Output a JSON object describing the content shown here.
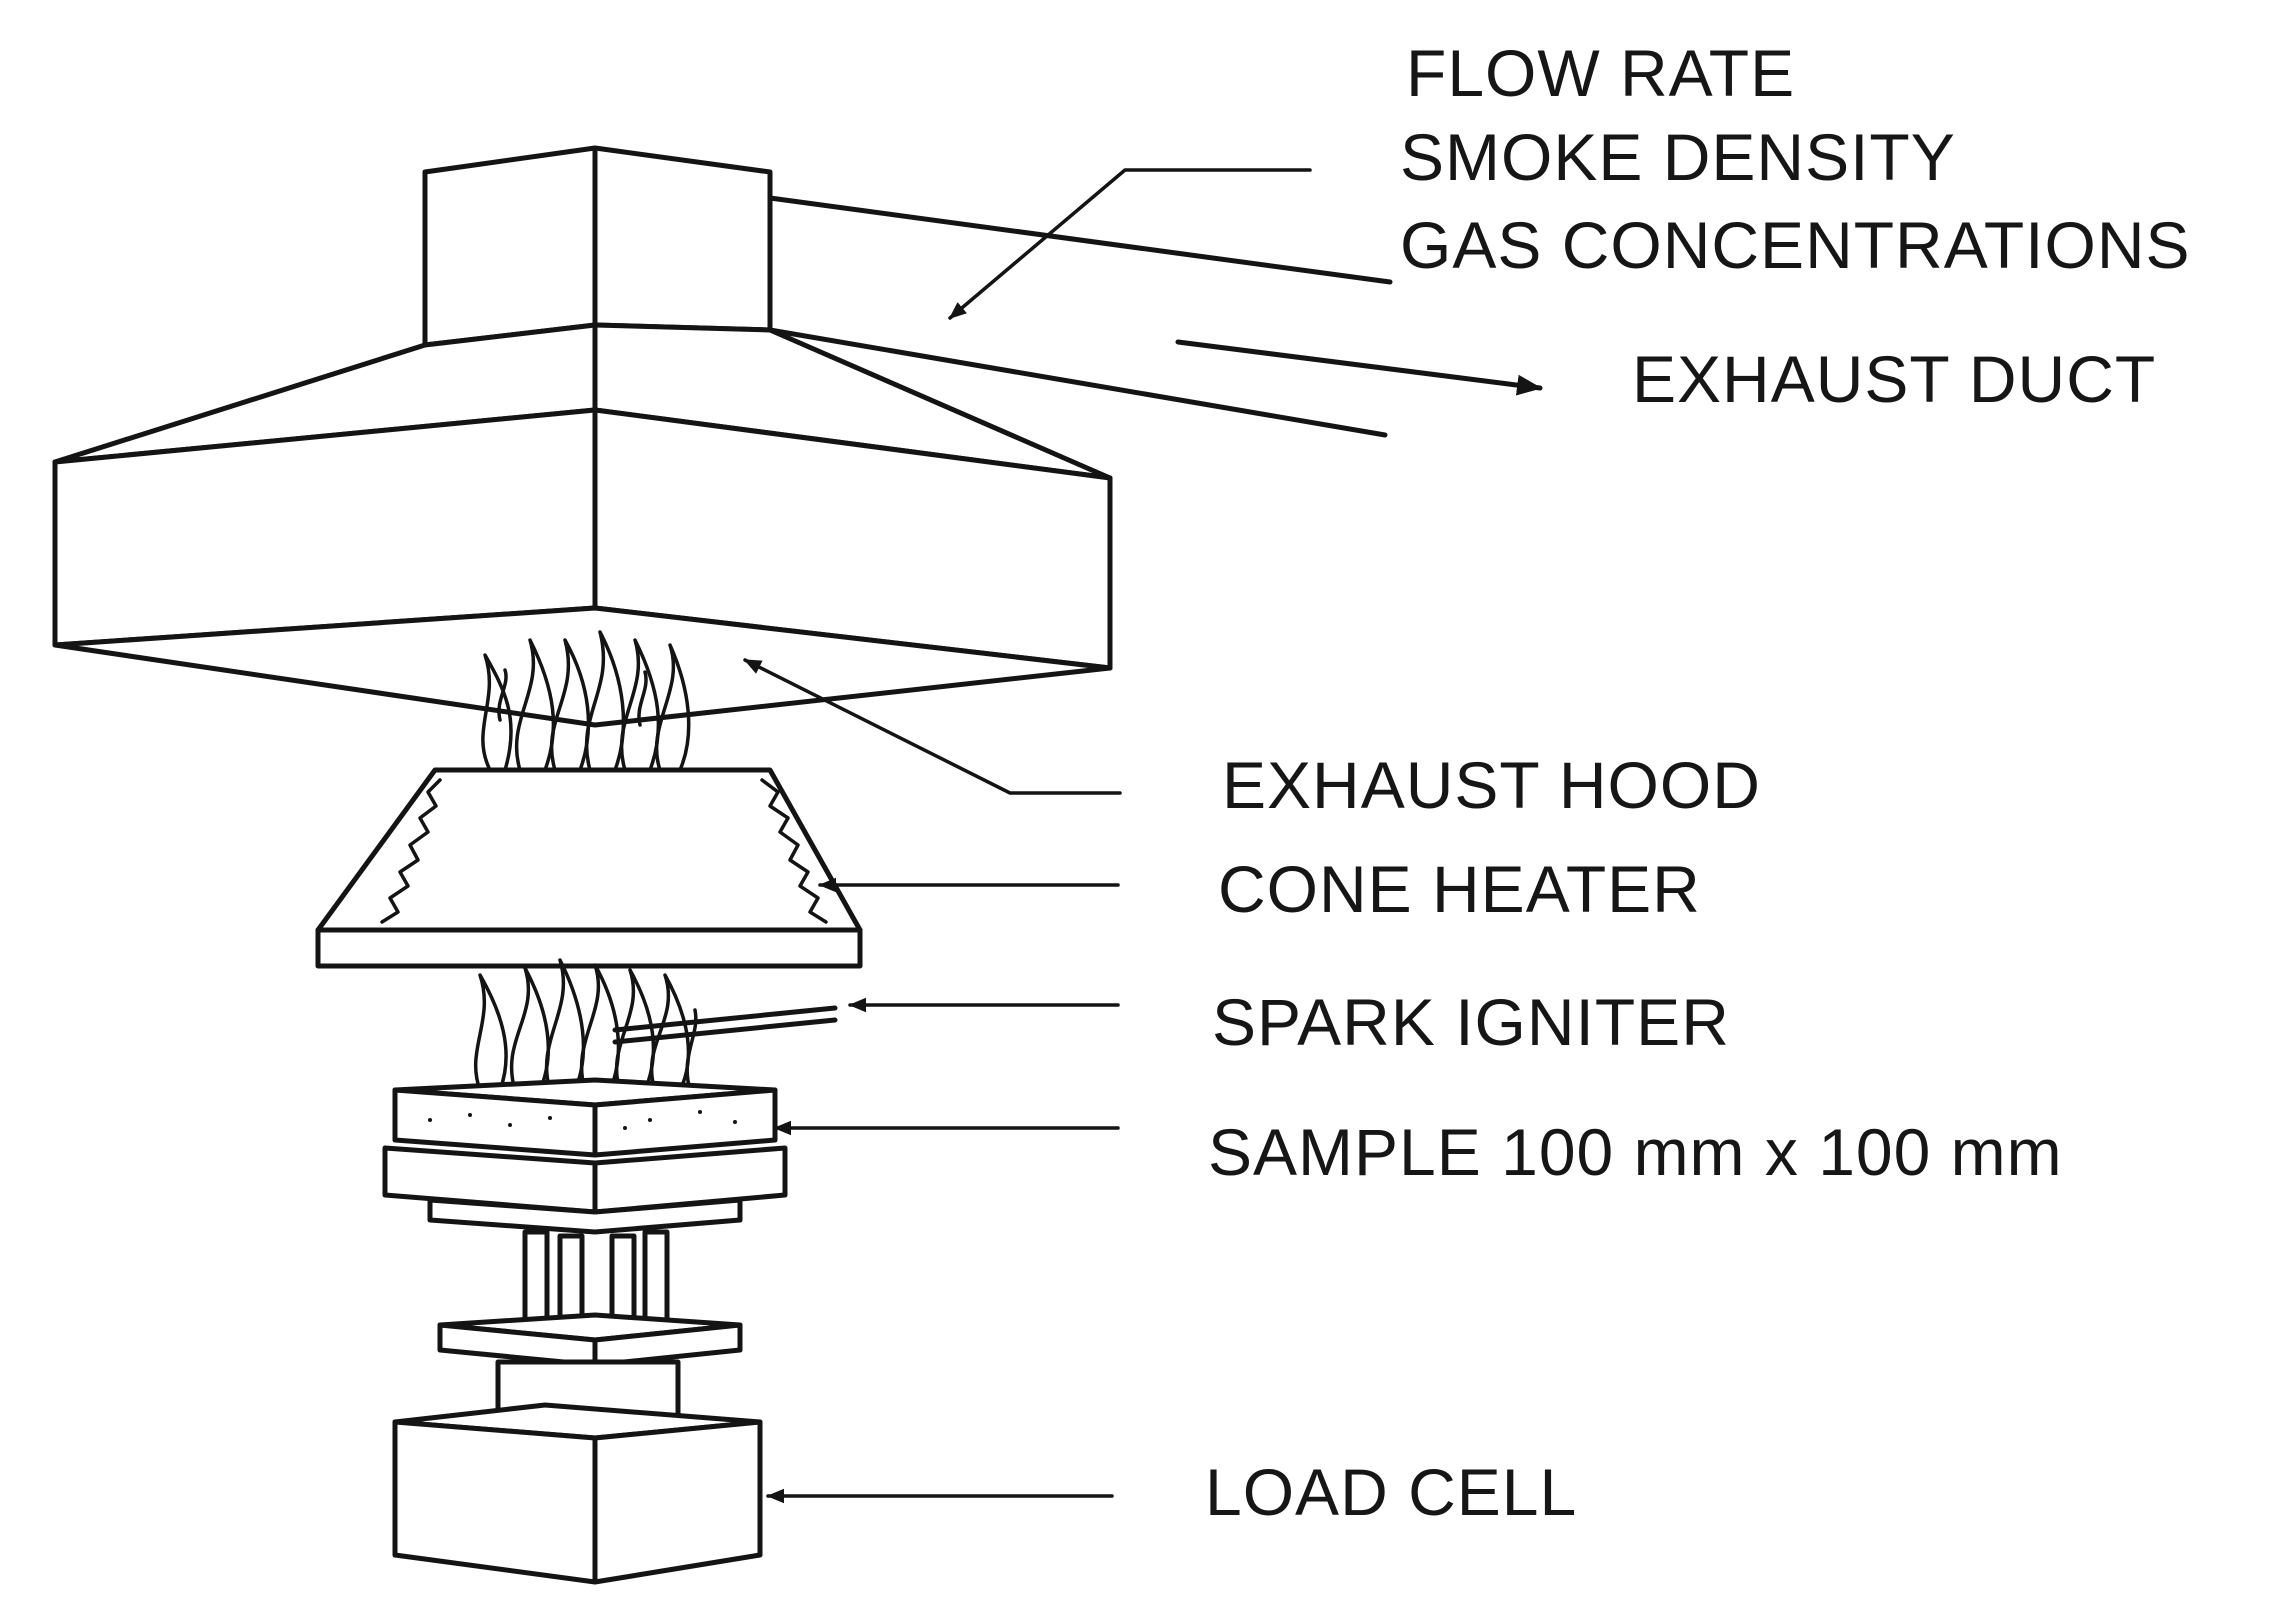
{
  "labels": {
    "flow_rate": "FLOW RATE",
    "smoke_density": "SMOKE DENSITY",
    "gas_concentrations": "GAS CONCENTRATIONS",
    "exhaust_duct": "EXHAUST DUCT",
    "exhaust_hood": "EXHAUST HOOD",
    "cone_heater": "CONE HEATER",
    "spark_igniter": "SPARK IGNITER",
    "sample": "SAMPLE 100 mm x 100 mm",
    "load_cell": "LOAD CELL"
  }
}
